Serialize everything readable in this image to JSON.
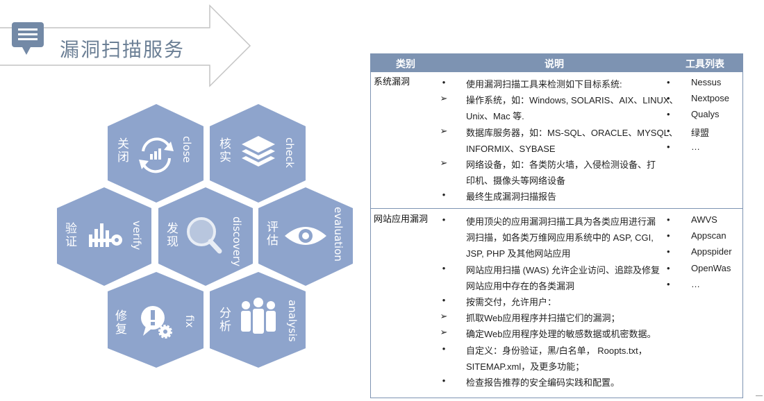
{
  "title": "漏洞扫描服务",
  "colors": {
    "hex_fill": "#8ea4cc",
    "header_fill": "#7d93b2",
    "title_color": "#6b7f95"
  },
  "hexes": [
    {
      "cn": "关闭",
      "en": "close",
      "icon": "cycle-chart-icon"
    },
    {
      "cn": "核实",
      "en": "check",
      "icon": "layers-icon"
    },
    {
      "cn": "验证",
      "en": "verify",
      "icon": "key-chart-icon"
    },
    {
      "cn": "发现",
      "en": "discovery",
      "icon": "magnifier-icon"
    },
    {
      "cn": "评估",
      "en": "evaluation",
      "icon": "eye-icon"
    },
    {
      "cn": "修复",
      "en": "fix",
      "icon": "alert-gear-icon"
    },
    {
      "cn": "分析",
      "en": "analysis",
      "icon": "team-icon"
    }
  ],
  "table": {
    "headers": [
      "类别",
      "说明",
      "工具列表"
    ],
    "sections": [
      {
        "category": "系统漏洞",
        "lines": [
          {
            "m": "•",
            "t": "使用漏洞扫描工具来检测如下目标系统:"
          },
          {
            "m": "➢",
            "t": "操作系统，如：Windows, SOLARIS、AIX、LINUX、"
          },
          {
            "m": "",
            "t": "Unix、Mac 等."
          },
          {
            "m": "➢",
            "t": "数据库服务器，如：MS-SQL、ORACLE、MYSQL、"
          },
          {
            "m": "",
            "t": "INFORMIX、SYBASE"
          },
          {
            "m": "➢",
            "t": "网络设备，如：各类防火墙，入侵检测设备、打"
          },
          {
            "m": "",
            "t": "印机、摄像头等网络设备"
          },
          {
            "m": "•",
            "t": "最终生成漏洞扫描报告"
          }
        ],
        "tools": [
          "Nessus",
          "Nextpose",
          "Qualys",
          "绿盟",
          "…"
        ]
      },
      {
        "category": "网站应用漏洞",
        "lines": [
          {
            "m": "•",
            "t": "使用顶尖的应用漏洞扫描工具为各类应用进行漏"
          },
          {
            "m": "",
            "t": "洞扫描，如各类万维网应用系统中的 ASP, CGI,"
          },
          {
            "m": "",
            "t": "JSP, PHP 及其他网站应用"
          },
          {
            "m": "•",
            "t": "网站应用扫描 (WAS) 允许企业访问、追踪及修复"
          },
          {
            "m": "",
            "t": "网站应用中存在的各类漏洞"
          },
          {
            "m": "•",
            "t": "按需交付，允许用户："
          },
          {
            "m": "➢",
            "t": "抓取Web应用程序并扫描它们的漏洞；"
          },
          {
            "m": "➢",
            "t": "确定Web应用程序处理的敏感数据或机密数据。"
          },
          {
            "m": "•",
            "t": "自定义：身份验证，黑/白名单， Roopts.txt，"
          },
          {
            "m": "",
            "t": "SITEMAP.xml，及更多功能；"
          },
          {
            "m": "•",
            "t": "检查报告推荐的安全编码实践和配置。"
          }
        ],
        "tools": [
          "AWVS",
          "Appscan",
          "Appspider",
          "OpenWas",
          "…"
        ]
      }
    ]
  }
}
